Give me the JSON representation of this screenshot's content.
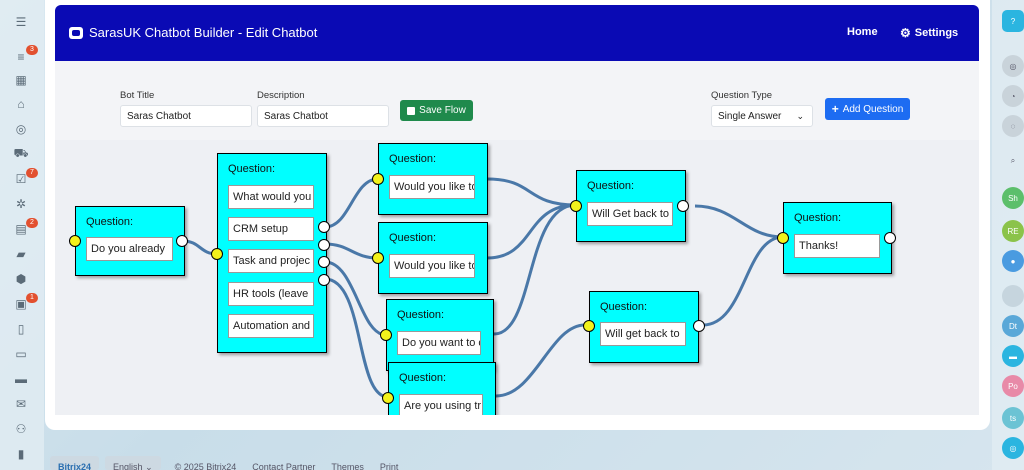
{
  "app": {
    "title": "SarasUK Chatbot Builder - Edit Chatbot"
  },
  "nav": {
    "home": "Home",
    "settings": "Settings"
  },
  "form": {
    "bot_title_label": "Bot Title",
    "bot_title_value": "Saras Chatbot",
    "description_label": "Description",
    "description_value": "Saras Chatbot",
    "save_label": "Save Flow",
    "question_type_label": "Question Type",
    "question_type_value": "Single Answer",
    "add_question_label": "Add Question"
  },
  "left_rail": {
    "icons": [
      "menu-icon",
      "filter-icon",
      "calendar-grid-icon",
      "bank-icon",
      "target-icon",
      "cart-icon",
      "checkbox-icon",
      "puzzle-icon",
      "inbox-icon",
      "chat-icon",
      "hexagon-icon",
      "calendar-icon",
      "document-icon",
      "document-lines-icon",
      "storage-icon",
      "mail-icon",
      "users-icon",
      "bar-chart-icon",
      "settings-icon"
    ],
    "badges": {
      "filter": "3",
      "checkbox": "7",
      "inbox": "2",
      "calendar": "1"
    }
  },
  "right_rail": {
    "labels": [
      "Sh",
      "RE",
      "Dt",
      "Po",
      "ts"
    ]
  },
  "nodes": [
    {
      "id": "n1",
      "title": "Question:",
      "options": [
        "Do you already"
      ]
    },
    {
      "id": "n2",
      "title": "Question:",
      "options": [
        "What would you",
        "CRM setup",
        "Task and projec",
        "HR tools (leave",
        "Automation and"
      ]
    },
    {
      "id": "n3",
      "title": "Question:",
      "options": [
        "Would you like to"
      ]
    },
    {
      "id": "n4",
      "title": "Question:",
      "options": [
        "Would you like to"
      ]
    },
    {
      "id": "n5",
      "title": "Question:",
      "options": [
        "Do you want to c"
      ]
    },
    {
      "id": "n6",
      "title": "Question:",
      "options": [
        "Are you using tr"
      ]
    },
    {
      "id": "n7",
      "title": "Question:",
      "options": [
        "Will Get back to"
      ]
    },
    {
      "id": "n8",
      "title": "Question:",
      "options": [
        "Will get back to"
      ]
    },
    {
      "id": "n9",
      "title": "Question:",
      "options": [
        "Thanks!"
      ]
    }
  ],
  "footer": {
    "brand": "Bitrix24",
    "language": "English",
    "copyright": "© 2025 Bitrix24",
    "contact": "Contact Partner",
    "themes": "Themes",
    "print": "Print"
  },
  "colors": {
    "header": "#0a0ab4",
    "node": "#00ffff",
    "link": "#4a78a8",
    "save": "#1f8a4c",
    "add": "#1d6cf2"
  }
}
